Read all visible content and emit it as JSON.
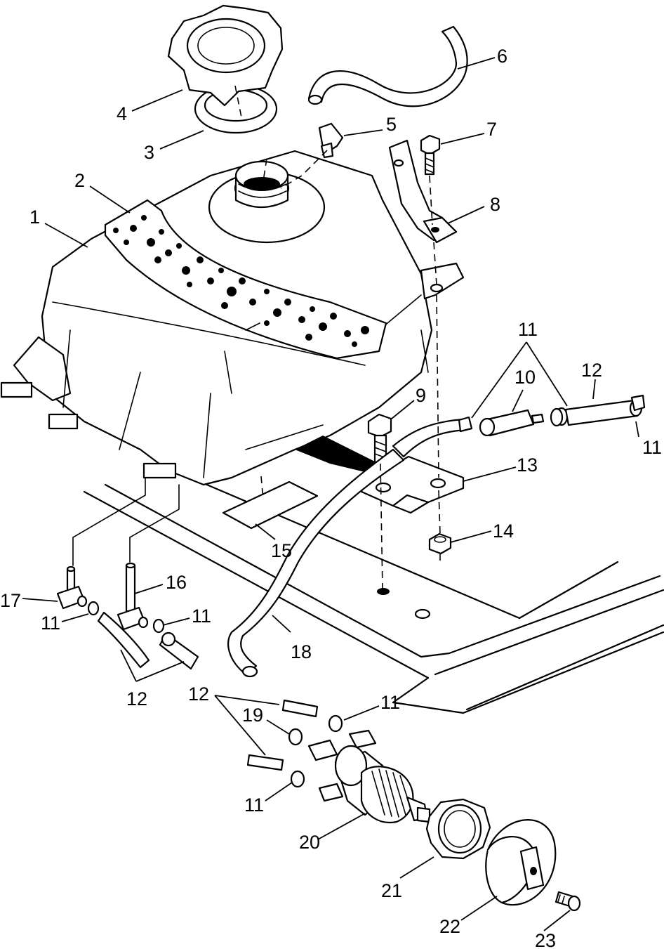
{
  "callouts": [
    {
      "id": "c1",
      "text": "1"
    },
    {
      "id": "c2",
      "text": "2"
    },
    {
      "id": "c3",
      "text": "3"
    },
    {
      "id": "c4",
      "text": "4"
    },
    {
      "id": "c5",
      "text": "5"
    },
    {
      "id": "c6",
      "text": "6"
    },
    {
      "id": "c7",
      "text": "7"
    },
    {
      "id": "c8",
      "text": "8"
    },
    {
      "id": "c9",
      "text": "9"
    },
    {
      "id": "c10",
      "text": "10"
    },
    {
      "id": "c11a",
      "text": "11"
    },
    {
      "id": "c11b",
      "text": "11"
    },
    {
      "id": "c11c",
      "text": "11"
    },
    {
      "id": "c11d",
      "text": "11"
    },
    {
      "id": "c11e",
      "text": "11"
    },
    {
      "id": "c11f",
      "text": "11"
    },
    {
      "id": "c12a",
      "text": "12"
    },
    {
      "id": "c12b",
      "text": "12"
    },
    {
      "id": "c12c",
      "text": "12"
    },
    {
      "id": "c13",
      "text": "13"
    },
    {
      "id": "c14",
      "text": "14"
    },
    {
      "id": "c15",
      "text": "15"
    },
    {
      "id": "c16",
      "text": "16"
    },
    {
      "id": "c17",
      "text": "17"
    },
    {
      "id": "c18",
      "text": "18"
    },
    {
      "id": "c19",
      "text": "19"
    },
    {
      "id": "c20",
      "text": "20"
    },
    {
      "id": "c21",
      "text": "21"
    },
    {
      "id": "c22",
      "text": "22"
    },
    {
      "id": "c23",
      "text": "23"
    }
  ]
}
